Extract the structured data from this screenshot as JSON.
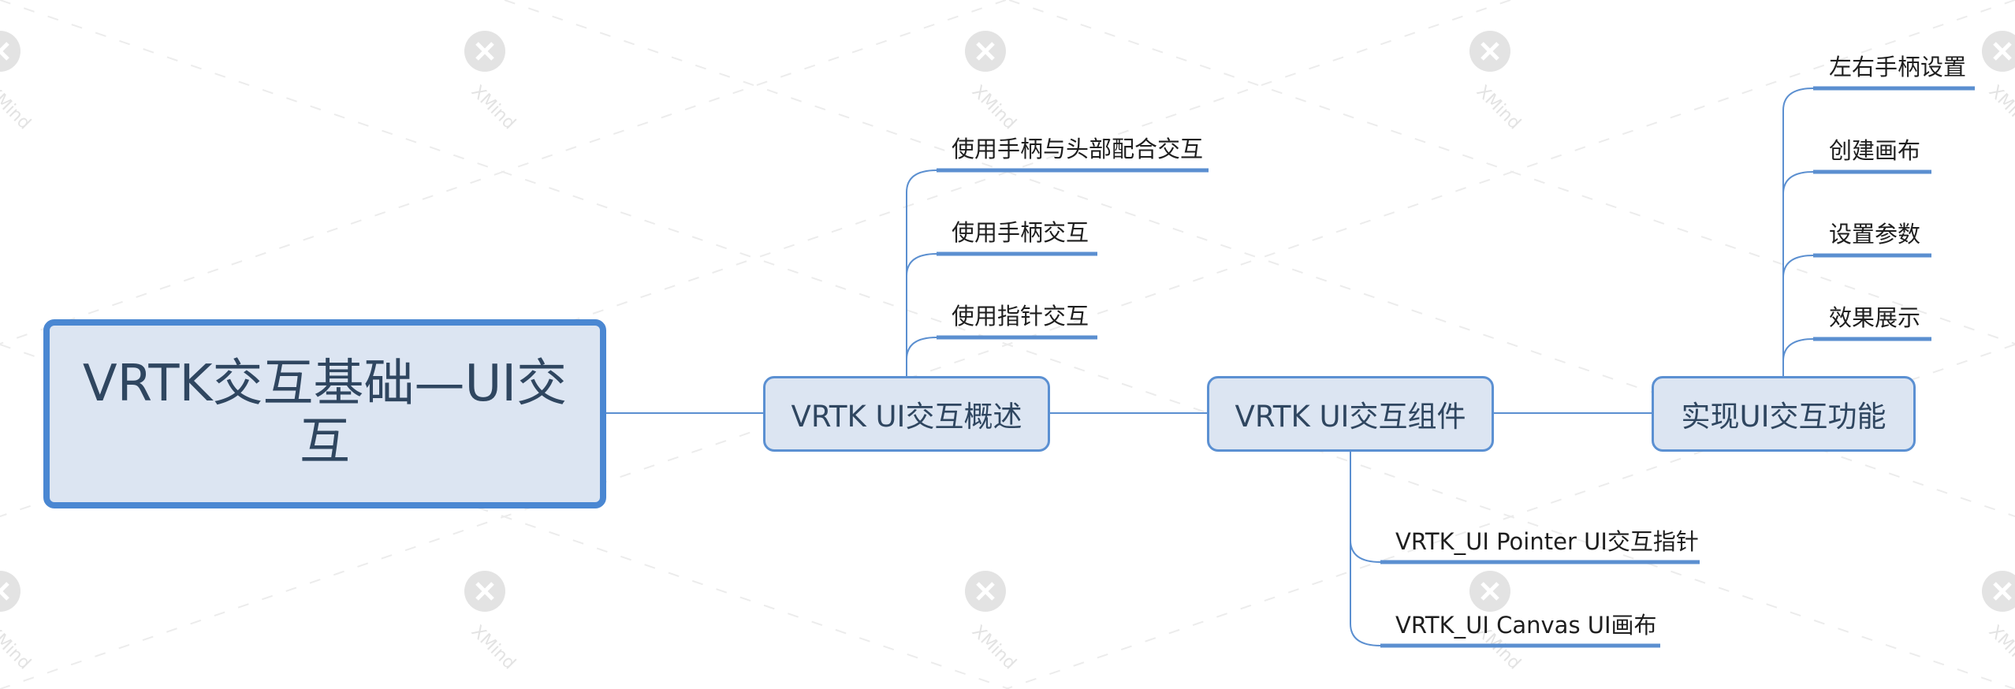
{
  "central": {
    "label": "VRTK交互基础—UI交互"
  },
  "topics": [
    {
      "label": "VRTK UI交互概述",
      "children": [
        "使用手柄与头部配合交互",
        "使用手柄交互",
        "使用指针交互"
      ]
    },
    {
      "label": "VRTK UI交互组件",
      "children": [
        "VRTK_UI Pointer UI交互指针",
        "VRTK_UI Canvas  UI画布"
      ]
    },
    {
      "label": "实现UI交互功能",
      "children": [
        "左右手柄设置",
        "创建画布",
        "设置参数",
        "效果展示"
      ]
    }
  ],
  "watermark": {
    "icon": "xmind-logo-icon",
    "text": "XMind"
  },
  "colors": {
    "line": "#5b8fd0",
    "node_fill": "#dce5f2",
    "central_border": "#4a87d2",
    "watermark": "#e3e3e3"
  }
}
